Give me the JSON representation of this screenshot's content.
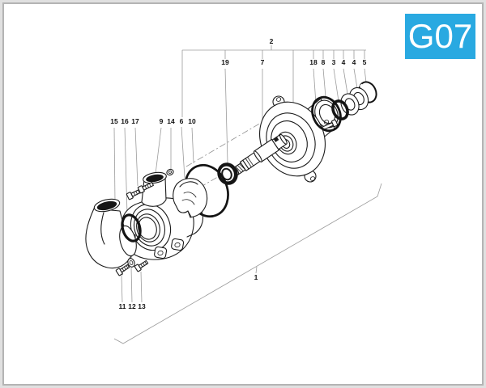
{
  "page": {
    "section_code": "G07"
  },
  "style": {
    "accent_color": "#29A9E1",
    "badge_text_color": "#FFFFFF",
    "frame_outer_color": "#E0E0E0",
    "frame_inner_color": "#B4B4B4",
    "ink_color": "#1B1B1B",
    "leader_color": "#9B9B9B"
  },
  "diagram": {
    "type": "exploded-parts-diagram",
    "labels": [
      {
        "text": "2"
      },
      {
        "text": "19"
      },
      {
        "text": "7"
      },
      {
        "text": "18"
      },
      {
        "text": "8"
      },
      {
        "text": "3"
      },
      {
        "text": "4"
      },
      {
        "text": "4"
      },
      {
        "text": "5"
      },
      {
        "text": "15"
      },
      {
        "text": "16"
      },
      {
        "text": "17"
      },
      {
        "text": "9"
      },
      {
        "text": "14"
      },
      {
        "text": "6"
      },
      {
        "text": "10"
      },
      {
        "text": "11"
      },
      {
        "text": "12"
      },
      {
        "text": "13"
      },
      {
        "text": "1"
      }
    ]
  }
}
